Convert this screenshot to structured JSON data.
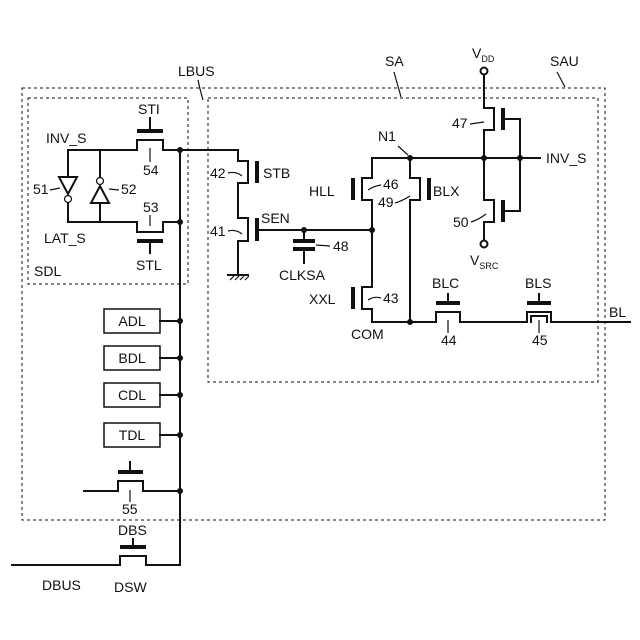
{
  "labels": {
    "lbus": "LBUS",
    "sa": "SA",
    "sau": "SAU",
    "sdl": "SDL",
    "vdd_main": "V",
    "vdd_sub": "DD",
    "vsrc_main": "V",
    "vsrc_sub": "SRC",
    "n1": "N1",
    "inv_s_left": "INV_S",
    "inv_s_right": "INV_S",
    "lat_s": "LAT_S",
    "sti": "STI",
    "stl": "STL",
    "stb": "STB",
    "sen": "SEN",
    "clksa": "CLKSA",
    "hll": "HLL",
    "blx": "BLX",
    "xxl": "XXL",
    "com": "COM",
    "blc": "BLC",
    "bls": "BLS",
    "bl": "BL",
    "dbs": "DBS",
    "dbus": "DBUS",
    "dsw": "DSW"
  },
  "latches": [
    "ADL",
    "BDL",
    "CDL",
    "TDL"
  ],
  "refs": {
    "r41": "41",
    "r42": "42",
    "r43": "43",
    "r44": "44",
    "r45": "45",
    "r46": "46",
    "r47": "47",
    "r48": "48",
    "r49": "49",
    "r50": "50",
    "r51": "51",
    "r52": "52",
    "r53": "53",
    "r54": "54",
    "r55": "55"
  }
}
